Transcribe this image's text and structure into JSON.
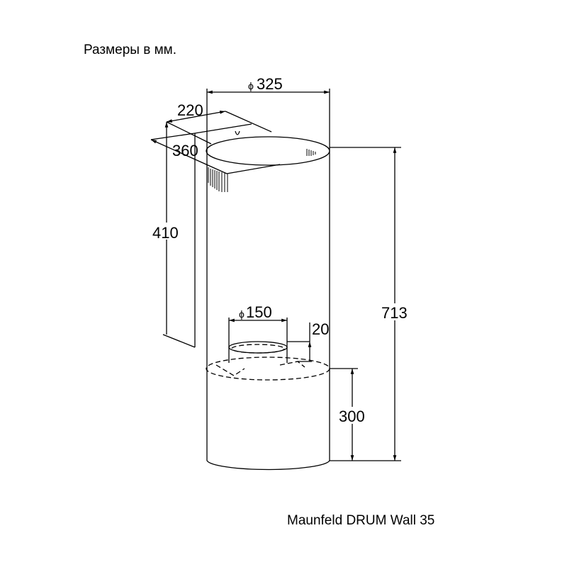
{
  "caption": "Размеры в мм.",
  "model": "Maunfeld DRUM Wall 35",
  "dimensions": {
    "diameter_body": "325",
    "diameter_symbol": "ϕ",
    "depth_bracket": "220",
    "width_bracket": "360",
    "height_bracket": "410",
    "height_total": "713",
    "diameter_outlet": "150",
    "height_outlet": "20",
    "height_lower": "300"
  }
}
